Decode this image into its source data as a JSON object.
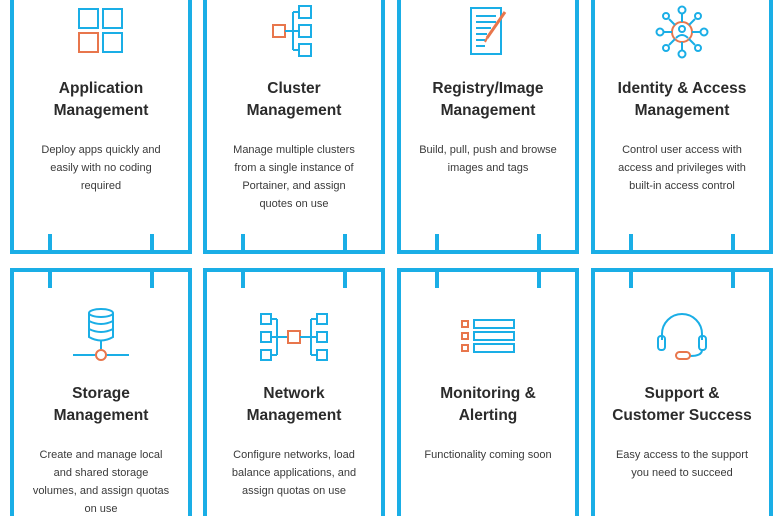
{
  "colors": {
    "border": "#1aaee6",
    "icon_blue": "#1aaee6",
    "icon_orange": "#e8764c"
  },
  "cards": [
    {
      "title_line1": "Application",
      "title_line2": "Management",
      "desc": "Deploy apps quickly and easily with no coding required",
      "icon": "app-grid-icon"
    },
    {
      "title_line1": "Cluster",
      "title_line2": "Management",
      "desc": "Manage multiple clusters from a single instance of Portainer, and assign quotes on use",
      "icon": "cluster-tree-icon"
    },
    {
      "title_line1": "Registry/Image",
      "title_line2": "Management",
      "desc": "Build, pull, push and browse images and tags",
      "icon": "document-pen-icon"
    },
    {
      "title_line1": "Identity & Access",
      "title_line2": "Management",
      "desc": "Control user access with access and privileges with built-in access control",
      "icon": "user-network-icon"
    },
    {
      "title_line1": "Storage",
      "title_line2": "Management",
      "desc": "Create and manage local and shared storage volumes, and assign quotas on use",
      "icon": "database-icon"
    },
    {
      "title_line1": "Network",
      "title_line2": "Management",
      "desc": "Configure networks, load balance applications, and assign quotas on use",
      "icon": "network-nodes-icon"
    },
    {
      "title_line1": "Monitoring &",
      "title_line2": "Alerting",
      "desc": "Functionality coming soon",
      "icon": "list-icon"
    },
    {
      "title_line1": "Support &",
      "title_line2": "Customer Success",
      "desc": "Easy access to the support you need to succeed",
      "icon": "headset-icon"
    }
  ]
}
